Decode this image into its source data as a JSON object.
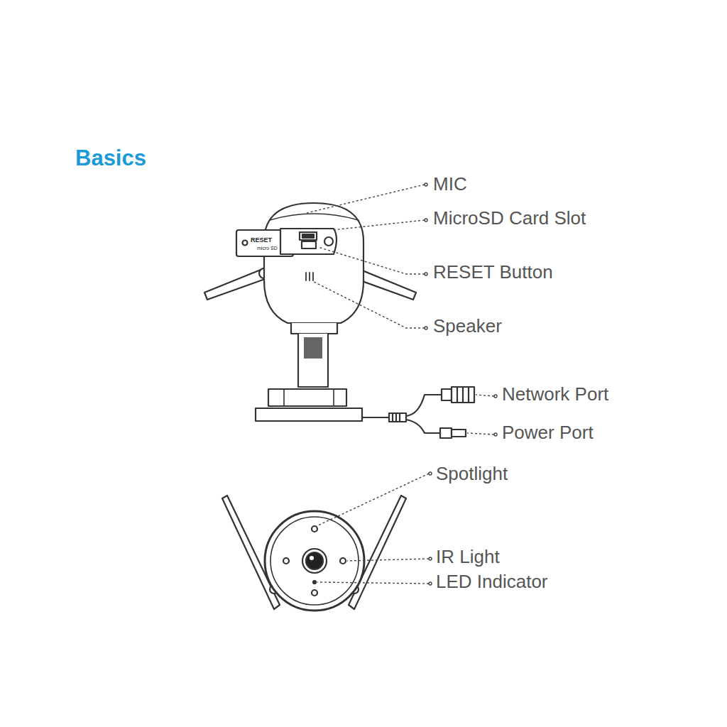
{
  "diagram": {
    "title": "Basics",
    "labels": [
      "RESET",
      "micro SD",
      "MIC",
      "MicroSD Card Slot",
      "RESET Button",
      "Speaker",
      "Network Port",
      "Power Port",
      "Spotlight",
      "IR Light",
      "LED Indicator"
    ]
  }
}
